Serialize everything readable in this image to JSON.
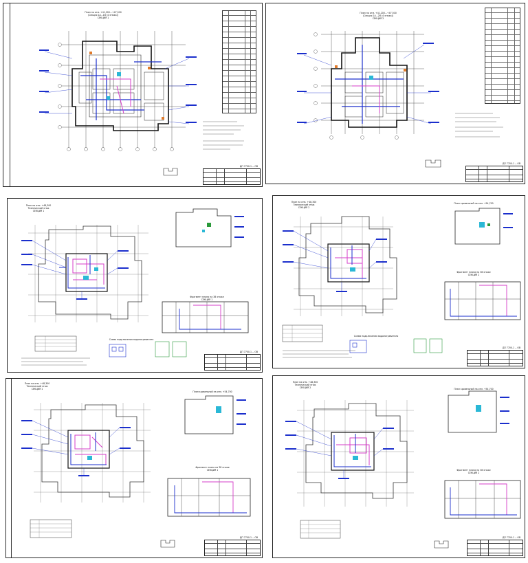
{
  "sheets": [
    {
      "id": "sheet-1",
      "title_lines": [
        "План на отм. +41,200...+47,500",
        "(Секция 1А...1В (4 этажа))",
        "СЕКЦИЯ 1"
      ],
      "stamp_code": "ДП 7700-1 -- ОВ"
    },
    {
      "id": "sheet-2",
      "title_lines": [
        "План на отм. +41,200...+47,500",
        "(Секция 2А...2В (4 этажа))",
        "СЕКЦИЯ 2"
      ],
      "stamp_code": "ДП 7700-1 -- ОВ"
    },
    {
      "id": "sheet-3",
      "title_lines": [
        "План на отм. +48,300",
        "Технический этаж",
        "СЕКЦИЯ 1"
      ],
      "side_titles": [
        "Фрагмент плана на 38 этаже",
        "СЕКЦИЯ 1"
      ],
      "schematic_title": "Схема подключения водонагревателя",
      "stamp_code": "ДП 7700-1 -- ОВ"
    },
    {
      "id": "sheet-4",
      "title_lines": [
        "План на отм. +48,300",
        "Технический этаж",
        "СЕКЦИЯ 2"
      ],
      "side_titles": [
        "План кровельной на отм. +54,700",
        "Фрагмент плана на 38 этаже",
        "СЕКЦИЯ 2"
      ],
      "schematic_title": "Схема подключения водонагревателя",
      "stamp_code": "ДП 7700-1 -- ОВ"
    },
    {
      "id": "sheet-5",
      "title_lines": [
        "План на отм. +48,300",
        "Технический этаж",
        "СЕКЦИЯ 1"
      ],
      "side_titles": [
        "План кровельной на отм. +54,700",
        "Фрагмент плана на 38 этаже",
        "СЕКЦИЯ 1"
      ],
      "stamp_code": "ДП 7700-1 -- ОВ"
    },
    {
      "id": "sheet-6",
      "title_lines": [
        "План на отм. +48,300",
        "Технический этаж",
        "СЕКЦИЯ 2"
      ],
      "side_titles": [
        "План кровельной на отм. +54,700",
        "Фрагмент плана на 38 этаже",
        "СЕКЦИЯ 2"
      ],
      "stamp_code": "ДП 7700-1 -- ОВ"
    }
  ],
  "colors": {
    "line": "#1a1a1a",
    "blue": "#1a2ecc",
    "magenta": "#d63cc8",
    "cyan": "#2ab8d6",
    "orange": "#e07a2a",
    "green": "#2a9a3a"
  }
}
